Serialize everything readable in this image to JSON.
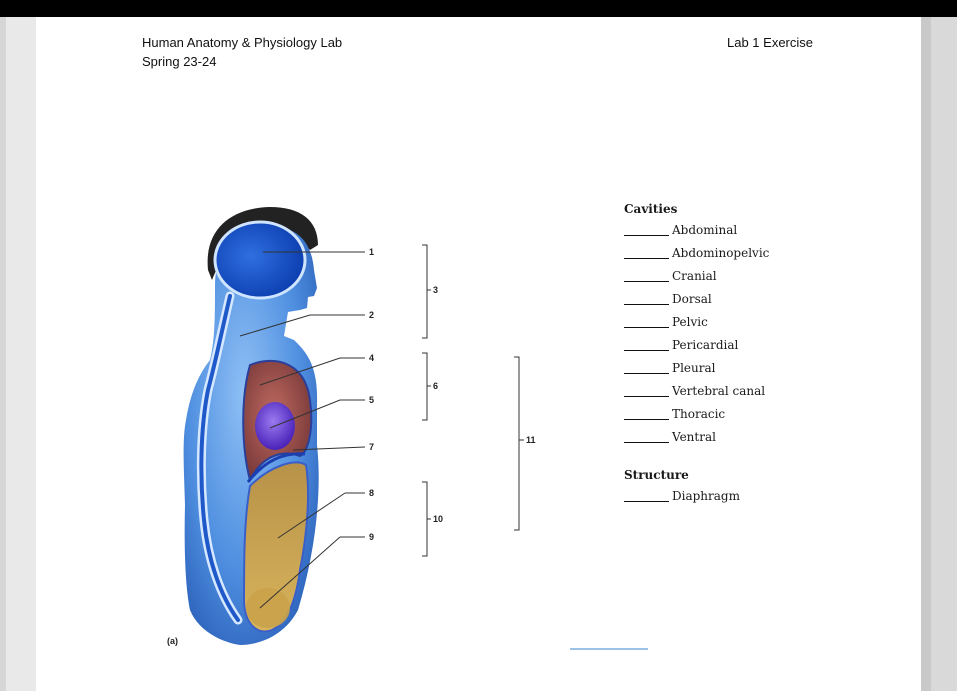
{
  "header": {
    "course": "Human Anatomy & Physiology Lab",
    "term": "Spring 23-24",
    "exercise": "Lab 1 Exercise"
  },
  "figure": {
    "tag": "(a)",
    "labels": [
      "1",
      "2",
      "3",
      "4",
      "5",
      "6",
      "7",
      "8",
      "9",
      "10",
      "11"
    ]
  },
  "lists": {
    "cavities_title": "Cavities",
    "cavities": [
      "Abdominal",
      "Abdominopelvic",
      "Cranial",
      "Dorsal",
      "Pelvic",
      "Pericardial",
      "Pleural",
      "Vertebral canal",
      "Thoracic",
      "Ventral"
    ],
    "structure_title": "Structure",
    "structures": [
      "Diaphragm"
    ]
  },
  "colors": {
    "body_blue": "#4f8fe0",
    "thoracic_red": "#a0504a",
    "pericardial_purple": "#6a3fd8",
    "abdominal_gold": "#c9a24a",
    "hair": "#222222"
  }
}
